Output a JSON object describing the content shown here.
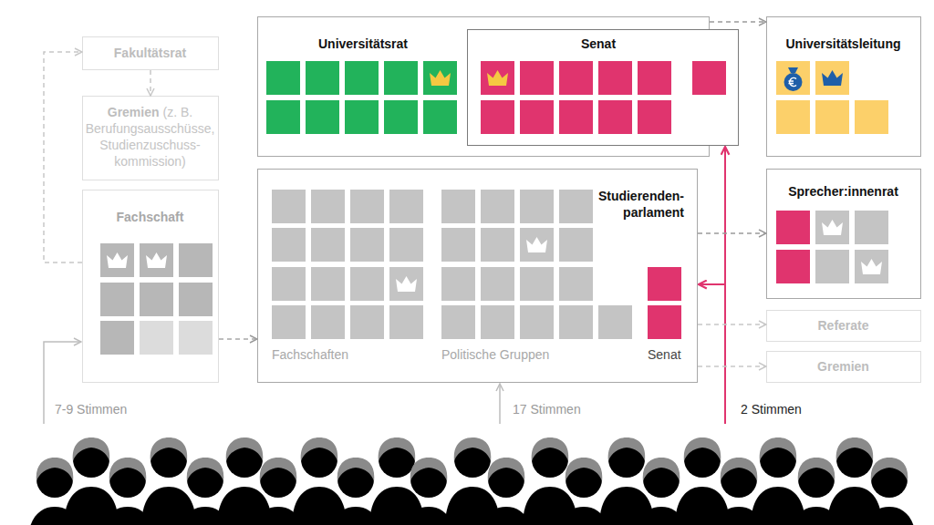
{
  "diagram": {
    "nodes": [
      {
        "text": [
          "Universitätsrat"
        ]
      },
      {
        "text": [
          "Senat"
        ]
      },
      {
        "text": [
          "Universitätsleitung"
        ]
      },
      {
        "text": [
          "Fakultätsrat"
        ]
      },
      {
        "text": [
          "Gremien",
          "(z. B. Berufungsausschüsse, Studienzuschuss- kommission)"
        ]
      },
      {
        "text": [
          "Fachschaft"
        ]
      },
      {
        "text": [
          "Studierenden- parlament",
          "Fachschaften",
          "Politische Gruppen",
          "Senat"
        ]
      },
      {
        "text": [
          "Sprecher:innenrat"
        ]
      },
      {
        "text": [
          "Referate"
        ]
      },
      {
        "text": [
          "Gremien"
        ]
      }
    ],
    "edges": [
      {
        "from": 5,
        "to": 3,
        "arrow": "to"
      },
      {
        "from": 3,
        "to": 4,
        "arrow": "to"
      },
      {
        "from": 5,
        "to": 6,
        "arrow": "to"
      },
      {
        "from": 0,
        "to": 2,
        "arrow": "to"
      },
      {
        "from": 6,
        "to": 7,
        "arrow": "to"
      },
      {
        "from": 6,
        "to": 8,
        "arrow": "to"
      },
      {
        "from": 6,
        "to": 9,
        "arrow": "to"
      }
    ],
    "labels": [
      "7-9 Stimmen",
      "17 Stimmen",
      "2 Stimmen"
    ]
  }
}
